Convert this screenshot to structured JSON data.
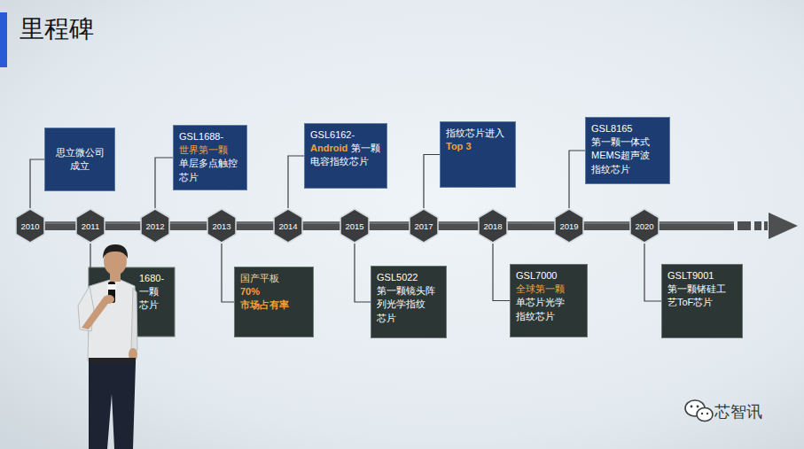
{
  "diagram": {
    "title": "里程碑",
    "nodes": [
      {
        "text": [
          "2010"
        ]
      },
      {
        "text": [
          "思立微公司 成立"
        ]
      },
      {
        "text": [
          "2011"
        ]
      },
      {
        "text": [
          "1680- 一颗 芯片"
        ]
      },
      {
        "text": [
          "2012"
        ]
      },
      {
        "text": [
          "GSL1688-",
          "世界第一颗",
          "单层多点触控 芯片"
        ]
      },
      {
        "text": [
          "2013"
        ]
      },
      {
        "text": [
          "国产平板",
          "70%市场占有率"
        ]
      },
      {
        "text": [
          "2014"
        ]
      },
      {
        "text": [
          "GSL6162-",
          "Android",
          "第一颗",
          "电容指纹芯片"
        ]
      },
      {
        "text": [
          "2015"
        ]
      },
      {
        "text": [
          "GSL5022",
          "第一颗镜头阵 列光学指纹 芯片"
        ]
      },
      {
        "text": [
          "2017"
        ]
      },
      {
        "text": [
          "指纹芯片进入",
          "Top 3"
        ]
      },
      {
        "text": [
          "2018"
        ]
      },
      {
        "text": [
          "GSL7000",
          "全球第一颗",
          "单芯片光学 指纹芯片"
        ]
      },
      {
        "text": [
          "2019"
        ]
      },
      {
        "text": [
          "GSL8165",
          "第一颗一体式 MEMS超声波 指纹芯片"
        ]
      },
      {
        "text": [
          "2020"
        ]
      },
      {
        "text": [
          "GSLT9001",
          "第一颗锗硅工 艺ToF芯片"
        ]
      }
    ],
    "edges": [
      {
        "from": 0,
        "to": 1,
        "arrow": "none"
      },
      {
        "from": 2,
        "to": 3,
        "arrow": "none"
      },
      {
        "from": 4,
        "to": 5,
        "arrow": "none"
      },
      {
        "from": 6,
        "to": 7,
        "arrow": "none"
      },
      {
        "from": 8,
        "to": 9,
        "arrow": "none"
      },
      {
        "from": 10,
        "to": 11,
        "arrow": "none"
      },
      {
        "from": 12,
        "to": 13,
        "arrow": "none"
      },
      {
        "from": 14,
        "to": 15,
        "arrow": "none"
      },
      {
        "from": 16,
        "to": 17,
        "arrow": "none"
      },
      {
        "from": 18,
        "to": 19,
        "arrow": "none"
      }
    ],
    "labels": [
      "芯智讯"
    ]
  }
}
